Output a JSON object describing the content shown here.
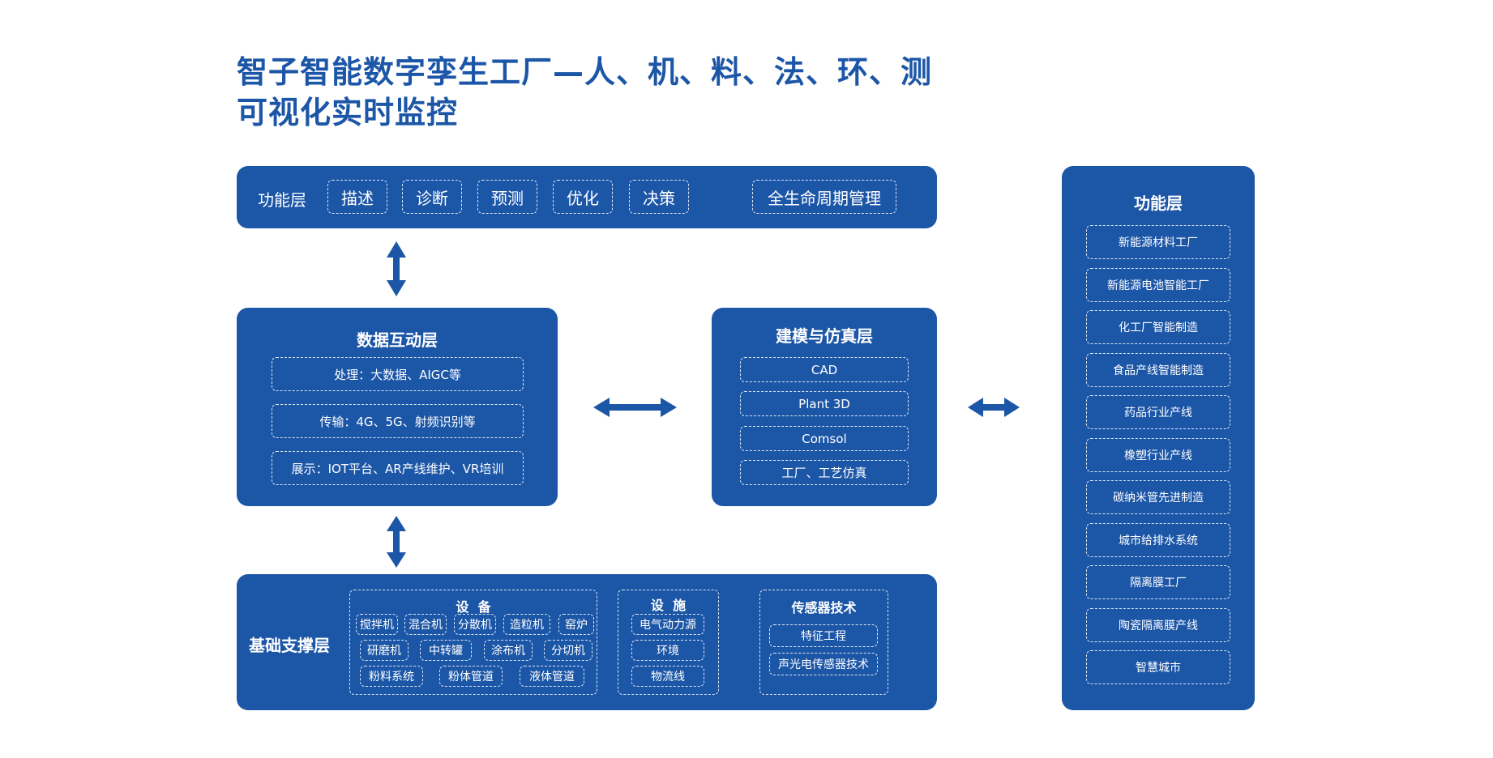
{
  "title": {
    "line1": "智子智能数字孪生工厂—人、机、料、法、环、测",
    "line2": "可视化实时监控"
  },
  "function_layer": {
    "label": "功能层",
    "items": [
      "描述",
      "诊断",
      "预测",
      "优化",
      "决策"
    ],
    "lifecycle": "全生命周期管理"
  },
  "data_layer": {
    "title": "数据互动层",
    "items": [
      "处理：大数据、AIGC等",
      "传输：4G、5G、射频识别等",
      "展示：IOT平台、AR产线维护、VR培训"
    ]
  },
  "modeling_layer": {
    "title": "建模与仿真层",
    "items": [
      "CAD",
      "Plant 3D",
      "Comsol",
      "工厂、工艺仿真"
    ]
  },
  "base_layer": {
    "label": "基础支撑层",
    "equipment": {
      "title": "设  备",
      "row1": [
        "搅拌机",
        "混合机",
        "分散机",
        "造粒机",
        "窑炉"
      ],
      "row2": [
        "研磨机",
        "中转罐",
        "涂布机",
        "分切机"
      ],
      "row3": [
        "粉料系统",
        "粉体管道",
        "液体管道"
      ]
    },
    "facility": {
      "title": "设  施",
      "items": [
        "电气动力源",
        "环境",
        "物流线"
      ]
    },
    "sensor": {
      "title": "传感器技术",
      "items": [
        "特征工程",
        "声光电传感器技术"
      ]
    }
  },
  "right_panel": {
    "title": "功能层",
    "items": [
      "新能源材料工厂",
      "新能源电池智能工厂",
      "化工厂智能制造",
      "食品产线智能制造",
      "药品行业产线",
      "橡塑行业产线",
      "碳纳米管先进制造",
      "城市给排水系统",
      "隔离膜工厂",
      "陶瓷隔离膜产线",
      "智慧城市"
    ]
  },
  "colors": {
    "primary": "#1c56a7",
    "text_on_primary": "#ffffff",
    "background": "#ffffff"
  }
}
